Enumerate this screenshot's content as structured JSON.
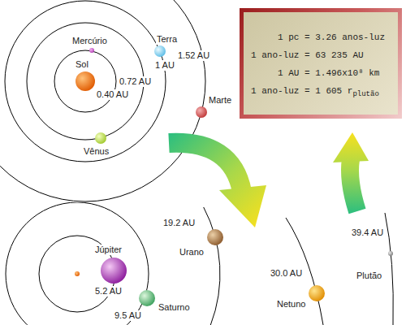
{
  "diagram": {
    "nodes": [
      {
        "text": [
          "1 pc = 3.26 anos-luz",
          "1 ano-luz = 63 235 AU",
          "1 AU = 1.496x10⁸ km",
          "1 ano-luz = 1 605 r",
          "plutão"
        ]
      }
    ],
    "labels": [
      "Mercúrio",
      "Terra",
      "1.52 AU",
      "Sol",
      "1 AU",
      "0.72 AU",
      "0.40 AU",
      "Marte",
      "Vênus",
      "19.2 AU",
      "Júpiter",
      "Urano",
      "30.0 AU",
      "39.4 AU",
      "Plutão",
      "5.2 AU",
      "Netuno",
      "Saturno",
      "9.5 AU"
    ]
  }
}
